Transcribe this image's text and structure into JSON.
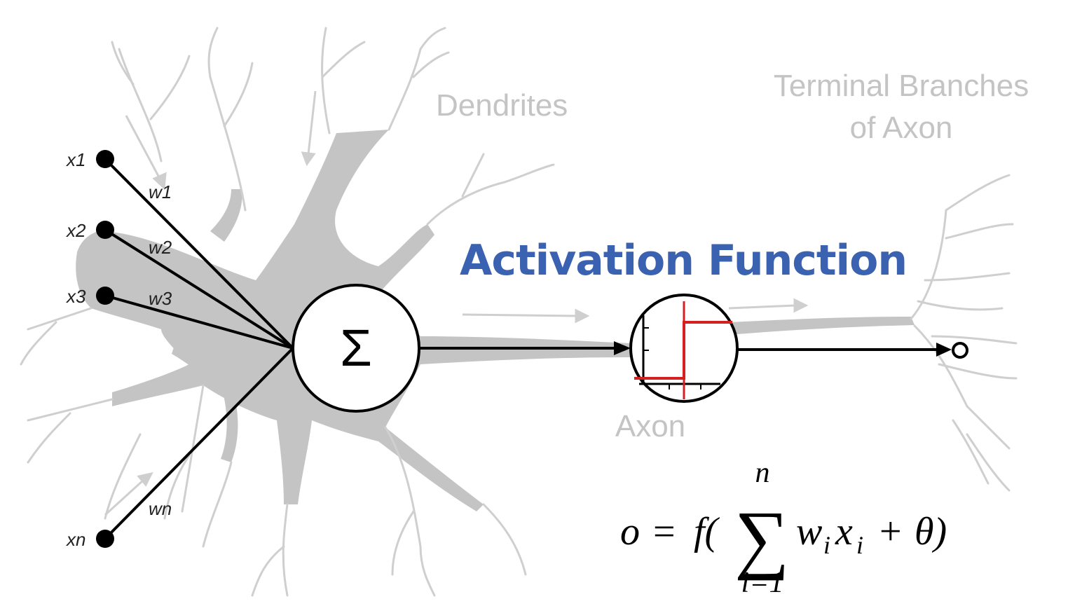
{
  "labels": {
    "dendrites": "Dendrites",
    "terminal_line1": "Terminal Branches",
    "terminal_line2": "of Axon",
    "axon": "Axon",
    "activation_function": "Activation Function",
    "sum_symbol": "Σ"
  },
  "inputs": [
    {
      "name": "x1",
      "weight": "w1"
    },
    {
      "name": "x2",
      "weight": "w2"
    },
    {
      "name": "x3",
      "weight": "w3"
    },
    {
      "name": "xn",
      "weight": "wn"
    }
  ],
  "formula": {
    "lhs": "o",
    "equals": "=",
    "func": "f(",
    "sigma": "∑",
    "upper": "n",
    "lower": "i=1",
    "w": "w",
    "w_sub": "i",
    "x": "x",
    "x_sub": "i",
    "plus": "+",
    "theta": "θ)"
  },
  "colors": {
    "neuron_grey": "#c4c4c4",
    "dendrite_line": "#cfcfcf",
    "activation_blue": "#3a62b0",
    "step_red": "#d42020"
  }
}
